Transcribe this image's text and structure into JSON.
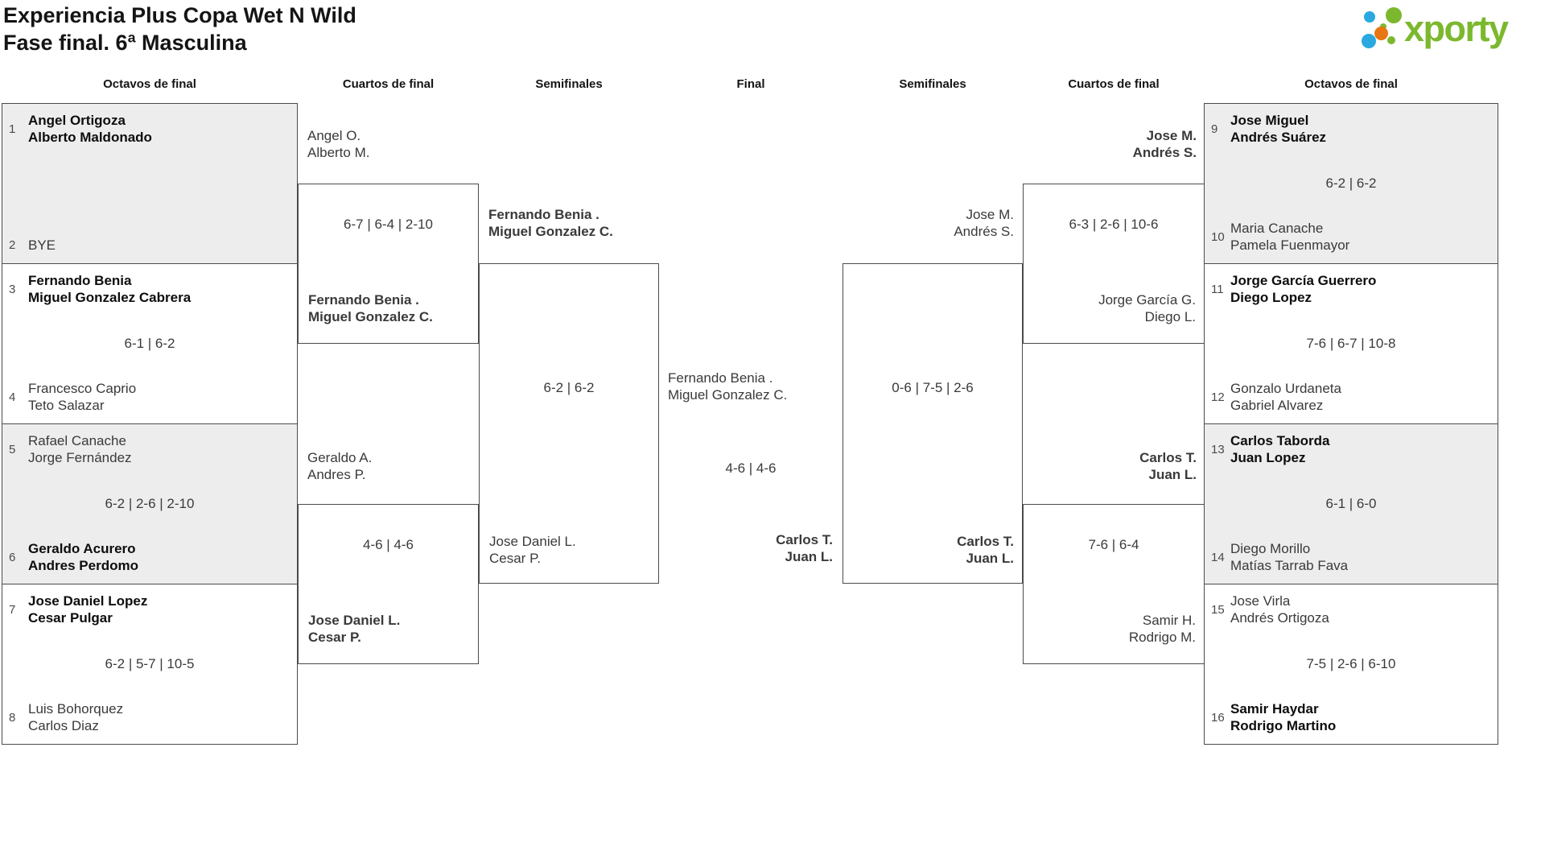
{
  "header": {
    "title_line1": "Experiencia Plus Copa Wet N Wild",
    "title_line2": "Fase final. 6ª Masculina",
    "logo_text": "xporty"
  },
  "colors": {
    "brand_green": "#7cb82e",
    "brand_blue": "#29a9e0",
    "brand_orange": "#e87613",
    "shaded_box": "#ededed",
    "box_border": "#4b4b4b"
  },
  "columns": [
    "Octavos de final",
    "Cuartos de final",
    "Semifinales",
    "Final",
    "Semifinales",
    "Cuartos de final",
    "Octavos de final"
  ],
  "bracket": {
    "r16_left": [
      {
        "shaded": true,
        "top": {
          "seed": "1",
          "names": [
            "Angel Ortigoza",
            "Alberto Maldonado"
          ],
          "winner": true
        },
        "score": "",
        "bottom": {
          "seed": "2",
          "names": [
            "BYE"
          ],
          "winner": false
        }
      },
      {
        "shaded": false,
        "top": {
          "seed": "3",
          "names": [
            "Fernando Benia",
            "Miguel Gonzalez Cabrera"
          ],
          "winner": true
        },
        "score": "6-1 | 6-2",
        "bottom": {
          "seed": "4",
          "names": [
            "Francesco Caprio",
            "Teto Salazar"
          ],
          "winner": false
        }
      },
      {
        "shaded": true,
        "top": {
          "seed": "5",
          "names": [
            "Rafael Canache",
            "Jorge Fernández"
          ],
          "winner": false
        },
        "score": "6-2 | 2-6 | 2-10",
        "bottom": {
          "seed": "6",
          "names": [
            "Geraldo Acurero",
            "Andres Perdomo"
          ],
          "winner": true
        }
      },
      {
        "shaded": false,
        "top": {
          "seed": "7",
          "names": [
            "Jose Daniel Lopez",
            "Cesar Pulgar"
          ],
          "winner": true
        },
        "score": "6-2 | 5-7 | 10-5",
        "bottom": {
          "seed": "8",
          "names": [
            "Luis Bohorquez",
            "Carlos Diaz"
          ],
          "winner": false
        }
      }
    ],
    "qf_left": [
      {
        "top": {
          "names": [
            "Angel O.",
            "Alberto M."
          ],
          "winner": false
        },
        "score": "6-7 | 6-4 | 2-10",
        "bottom": {
          "names": [
            "Fernando Benia .",
            "Miguel Gonzalez C."
          ],
          "winner": true
        }
      },
      {
        "top": {
          "names": [
            "Geraldo A.",
            "Andres P."
          ],
          "winner": false
        },
        "score": "4-6 | 4-6",
        "bottom": {
          "names": [
            "Jose Daniel L.",
            "Cesar P."
          ],
          "winner": true
        }
      }
    ],
    "sf_left": {
      "top": {
        "names": [
          "Fernando Benia .",
          "Miguel Gonzalez C."
        ],
        "winner": true
      },
      "score": "6-2 | 6-2",
      "bottom": {
        "names": [
          "Jose Daniel L.",
          "Cesar P."
        ],
        "winner": false
      }
    },
    "final": {
      "left": {
        "names": [
          "Fernando Benia .",
          "Miguel Gonzalez C."
        ],
        "winner": false
      },
      "score": "4-6 | 4-6",
      "right": {
        "names": [
          "Carlos T.",
          "Juan L."
        ],
        "winner": true
      }
    },
    "sf_right": {
      "top": {
        "names": [
          "Jose M.",
          "Andrés S."
        ],
        "winner": false
      },
      "score": "0-6 | 7-5 | 2-6",
      "bottom": {
        "names": [
          "Carlos T.",
          "Juan L."
        ],
        "winner": true
      }
    },
    "qf_right": [
      {
        "top": {
          "names": [
            "Jose M.",
            "Andrés S."
          ],
          "winner": true
        },
        "score": "6-3 | 2-6 | 10-6",
        "bottom": {
          "names": [
            "Jorge García G.",
            "Diego L."
          ],
          "winner": false
        }
      },
      {
        "top": {
          "names": [
            "Carlos T.",
            "Juan L."
          ],
          "winner": true
        },
        "score": "7-6 | 6-4",
        "bottom": {
          "names": [
            "Samir H.",
            "Rodrigo M."
          ],
          "winner": false
        }
      }
    ],
    "r16_right": [
      {
        "shaded": true,
        "top": {
          "seed": "9",
          "names": [
            "Jose Miguel",
            "Andrés Suárez"
          ],
          "winner": true
        },
        "score": "6-2 | 6-2",
        "bottom": {
          "seed": "10",
          "names": [
            "Maria Canache",
            "Pamela Fuenmayor"
          ],
          "winner": false
        }
      },
      {
        "shaded": false,
        "top": {
          "seed": "11",
          "names": [
            "Jorge García Guerrero",
            "Diego Lopez"
          ],
          "winner": true
        },
        "score": "7-6 | 6-7 | 10-8",
        "bottom": {
          "seed": "12",
          "names": [
            "Gonzalo Urdaneta",
            "Gabriel Alvarez"
          ],
          "winner": false
        }
      },
      {
        "shaded": true,
        "top": {
          "seed": "13",
          "names": [
            "Carlos Taborda",
            "Juan Lopez"
          ],
          "winner": true
        },
        "score": "6-1 | 6-0",
        "bottom": {
          "seed": "14",
          "names": [
            "Diego Morillo",
            "Matías Tarrab Fava"
          ],
          "winner": false
        }
      },
      {
        "shaded": false,
        "top": {
          "seed": "15",
          "names": [
            "Jose Virla",
            "Andrés Ortigoza"
          ],
          "winner": false
        },
        "score": "7-5 | 2-6 | 6-10",
        "bottom": {
          "seed": "16",
          "names": [
            "Samir Haydar",
            "Rodrigo Martino"
          ],
          "winner": true
        }
      }
    ]
  }
}
